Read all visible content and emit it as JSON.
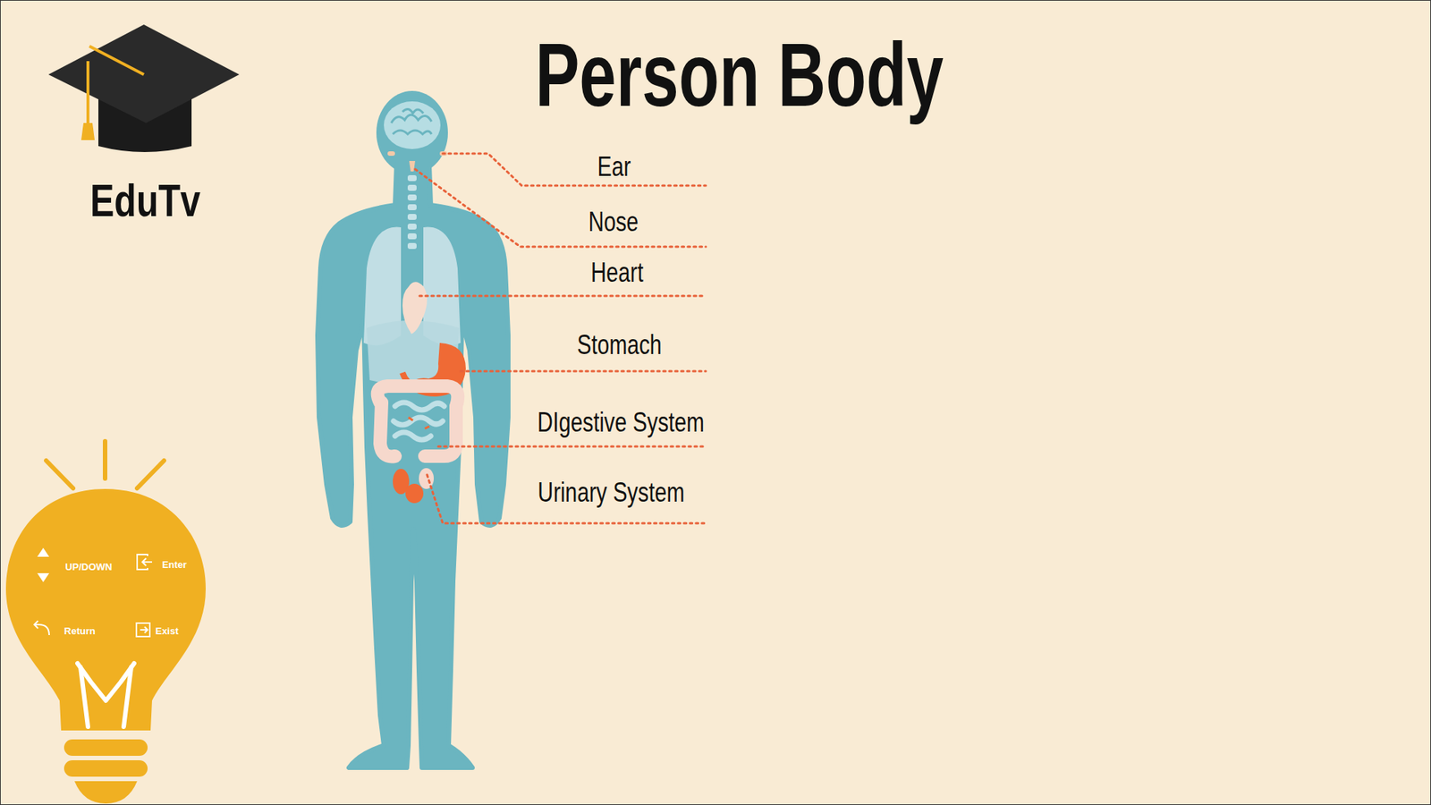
{
  "diagram": {
    "title": "Person Body",
    "labels": [
      "EduTv",
      "Ear",
      "Nose",
      "Heart",
      "Stomach",
      "DIgestive System",
      "Urinary System",
      "UP/DOWN",
      "Enter",
      "Return",
      "Exist"
    ]
  }
}
